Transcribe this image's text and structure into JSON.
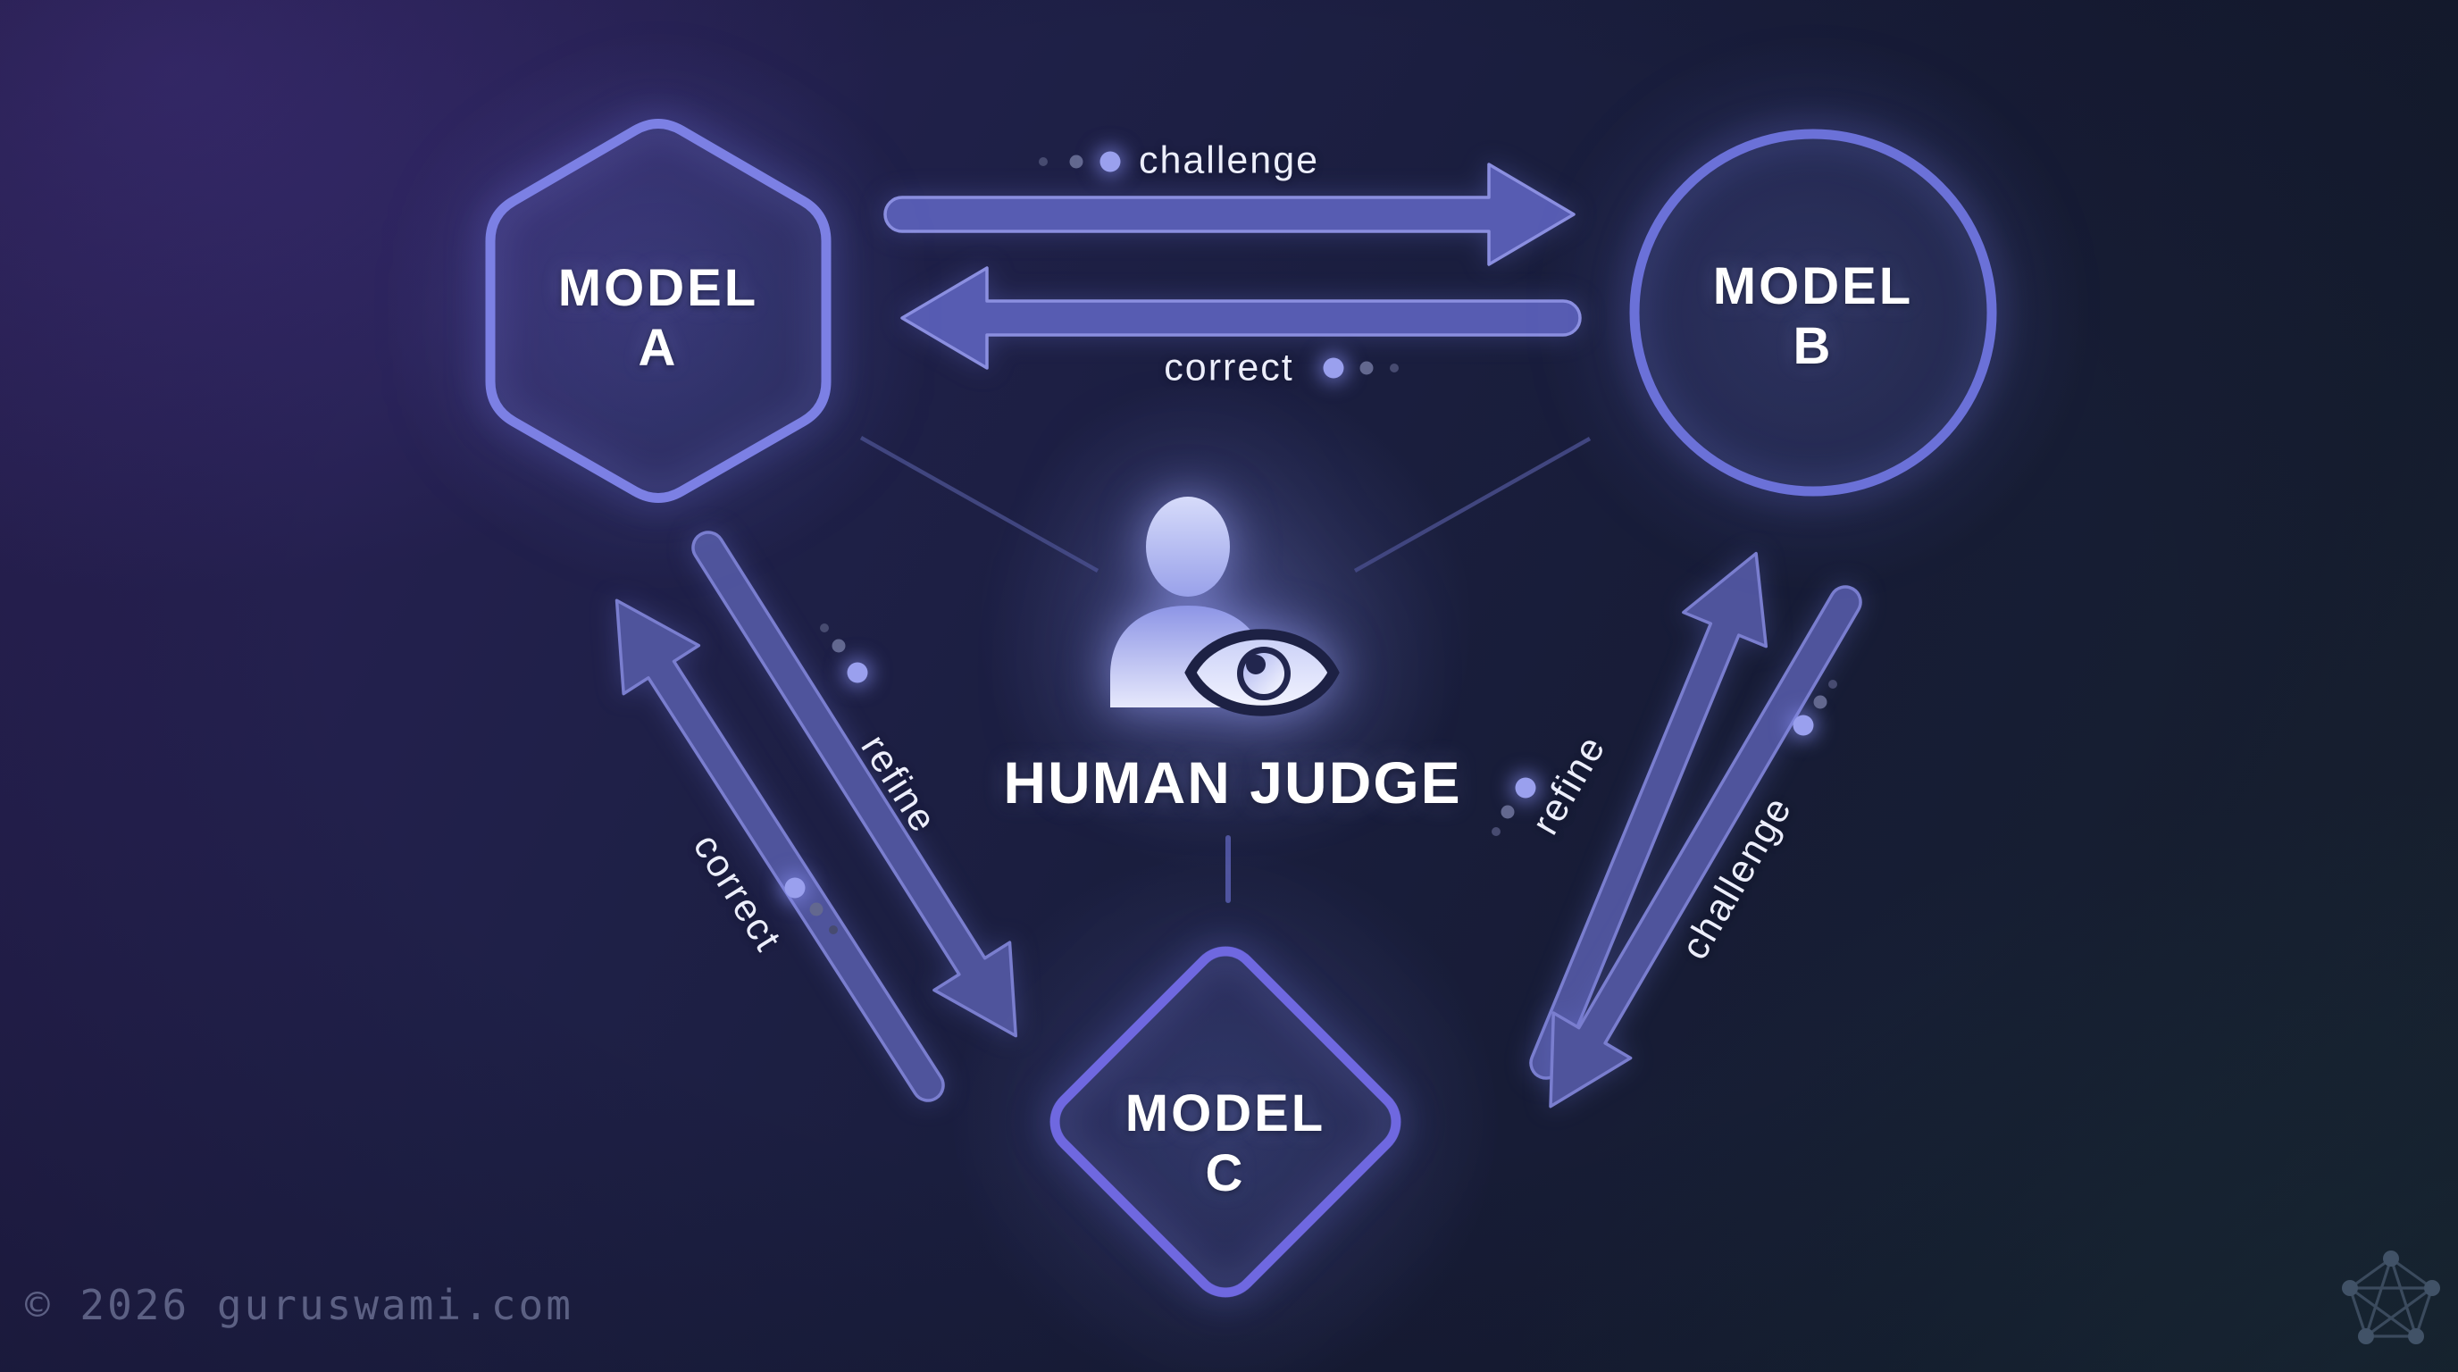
{
  "diagram": {
    "nodes": {
      "model_a": {
        "line1": "MODEL",
        "line2": "A",
        "shape": "hexagon"
      },
      "model_b": {
        "line1": "MODEL",
        "line2": "B",
        "shape": "circle"
      },
      "model_c": {
        "line1": "MODEL",
        "line2": "C",
        "shape": "diamond"
      },
      "judge": {
        "label": "HUMAN JUDGE",
        "icon": "person-with-eye-icon"
      }
    },
    "edges": {
      "a_to_b": "challenge",
      "b_to_a": "correct",
      "a_to_c": "refine",
      "c_to_a": "correct",
      "b_to_c": "challenge",
      "c_to_b": "refine"
    },
    "colors": {
      "background_top_left": "#2c2258",
      "background_bottom_right": "#1b2633",
      "node_stroke_hexagon": "#7c80e4",
      "node_stroke_circle": "#6b71d8",
      "node_stroke_diamond": "#6f68e0",
      "arrow_fill": "#575cb2",
      "arrow_outline": "#8b8fe0",
      "diagonal_arrow_fill": "#4f549c",
      "flow_label_text": "#eceefb",
      "node_label_text": "#ffffff",
      "watermark_text": "#858aaf",
      "logo_color": "#44556a"
    }
  },
  "footer": {
    "copyright": "© 2026 guruswami.com"
  }
}
